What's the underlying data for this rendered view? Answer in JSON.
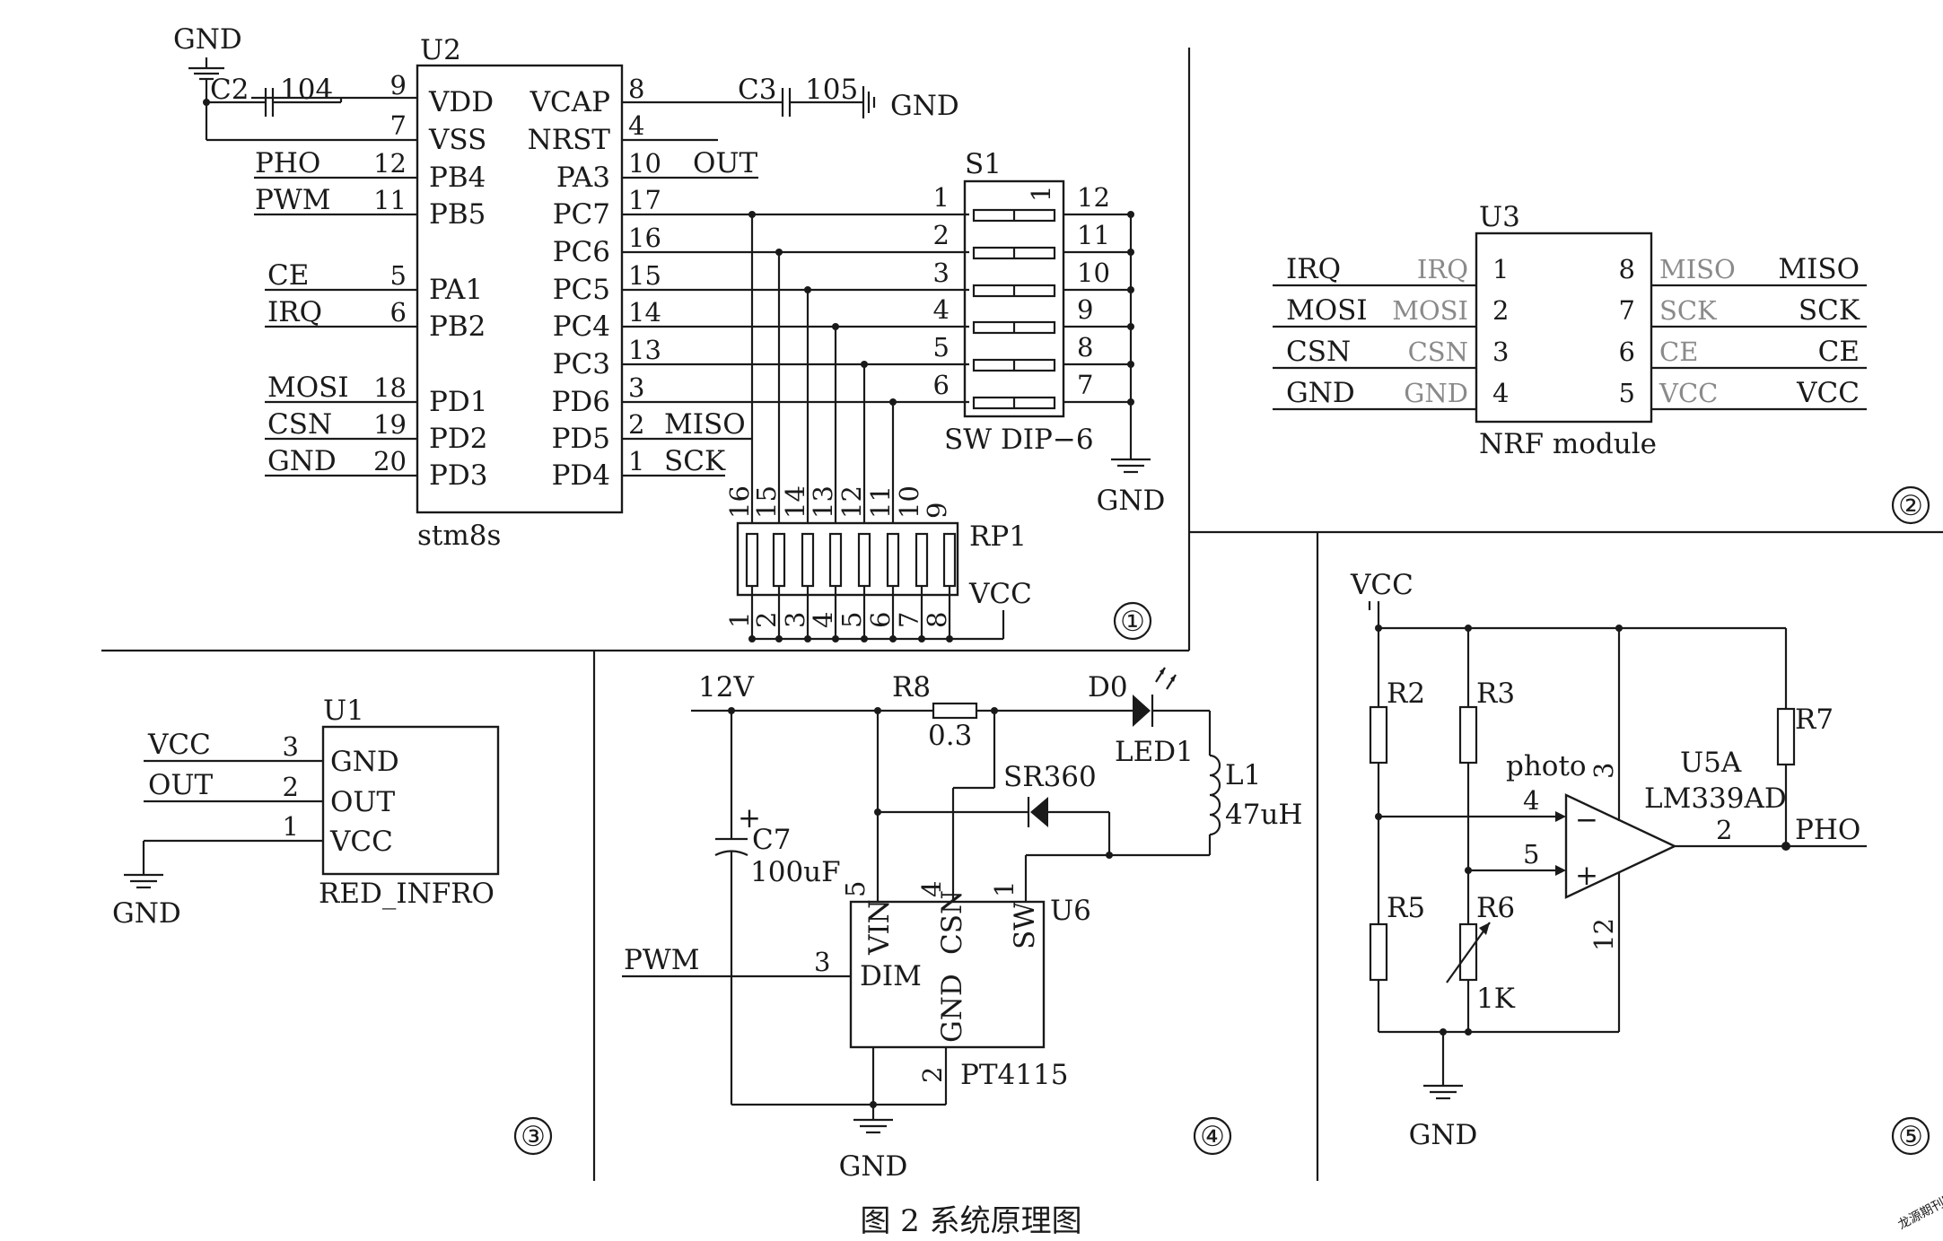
{
  "caption": "图 2   系统原理图",
  "watermark": "龙源期刊网",
  "panel_numbers": [
    "①",
    "②",
    "③",
    "④",
    "⑤"
  ],
  "mcu": {
    "ref": "U2",
    "part": "stm8s",
    "left_pins": [
      {
        "num": "9",
        "name": "VDD",
        "net": ""
      },
      {
        "num": "7",
        "name": "VSS",
        "net": ""
      },
      {
        "num": "12",
        "name": "PB4",
        "net": "PHO"
      },
      {
        "num": "11",
        "name": "PB5",
        "net": "PWM"
      },
      {
        "num": "5",
        "name": "PA1",
        "net": "CE"
      },
      {
        "num": "6",
        "name": "PB2",
        "net": "IRQ"
      },
      {
        "num": "18",
        "name": "PD1",
        "net": "MOSI"
      },
      {
        "num": "19",
        "name": "PD2",
        "net": "CSN"
      },
      {
        "num": "20",
        "name": "PD3",
        "net": "GND"
      }
    ],
    "right_pins": [
      {
        "num": "8",
        "name": "VCAP",
        "net": ""
      },
      {
        "num": "4",
        "name": "NRST",
        "net": ""
      },
      {
        "num": "10",
        "name": "PA3",
        "net": "OUT"
      },
      {
        "num": "17",
        "name": "PC7",
        "net": ""
      },
      {
        "num": "16",
        "name": "PC6",
        "net": ""
      },
      {
        "num": "15",
        "name": "PC5",
        "net": ""
      },
      {
        "num": "14",
        "name": "PC4",
        "net": ""
      },
      {
        "num": "13",
        "name": "PC3",
        "net": ""
      },
      {
        "num": "3",
        "name": "PD6",
        "net": ""
      },
      {
        "num": "2",
        "name": "PD5",
        "net": "MISO"
      },
      {
        "num": "1",
        "name": "PD4",
        "net": "SCK"
      }
    ],
    "gnd": "GND",
    "c2": {
      "ref": "C2",
      "value": "104"
    },
    "c3": {
      "ref": "C3",
      "value": "105"
    },
    "c3_gnd": "GND"
  },
  "dip": {
    "ref": "S1",
    "part": "SW  DIP−6",
    "inner": "1",
    "left_pins": [
      "1",
      "2",
      "3",
      "4",
      "5",
      "6"
    ],
    "right_pins": [
      "12",
      "11",
      "10",
      "9",
      "8",
      "7"
    ],
    "gnd": "GND"
  },
  "rpack": {
    "ref": "RP1",
    "vcc": "VCC",
    "top_pins": [
      "16",
      "15",
      "14",
      "13",
      "12",
      "11",
      "10",
      "9"
    ],
    "bottom_pins": [
      "1",
      "2",
      "3",
      "4",
      "5",
      "6",
      "7",
      "8"
    ]
  },
  "nrf": {
    "ref": "U3",
    "part": "NRF  module",
    "left_pins": [
      {
        "num": "1",
        "name": "IRQ",
        "net": "IRQ"
      },
      {
        "num": "2",
        "name": "MOSI",
        "net": "MOSI"
      },
      {
        "num": "3",
        "name": "CSN",
        "net": "CSN"
      },
      {
        "num": "4",
        "name": "GND",
        "net": "GND"
      }
    ],
    "right_pins": [
      {
        "num": "8",
        "name": "MISO",
        "net": "MISO"
      },
      {
        "num": "7",
        "name": "SCK",
        "net": "SCK"
      },
      {
        "num": "6",
        "name": "CE",
        "net": "CE"
      },
      {
        "num": "5",
        "name": "VCC",
        "net": "VCC"
      }
    ]
  },
  "ir": {
    "ref": "U1",
    "part": "RED_INFRO",
    "pins": [
      {
        "num": "3",
        "name": "GND",
        "net": "VCC"
      },
      {
        "num": "2",
        "name": "OUT",
        "net": "OUT"
      },
      {
        "num": "1",
        "name": "VCC",
        "net": ""
      }
    ],
    "gnd": "GND"
  },
  "driver": {
    "supply": "12V",
    "r8": {
      "ref": "R8",
      "value": "0.3"
    },
    "led": {
      "ref": "D0",
      "name": "LED1"
    },
    "l1": {
      "ref": "L1",
      "value": "47uH"
    },
    "diode": "SR360",
    "c7": {
      "ref": "C7",
      "value": "100uF",
      "plus": "+"
    },
    "ic": {
      "ref": "U6",
      "part": "PT4115",
      "pins": [
        {
          "num": "5",
          "name": "VIN"
        },
        {
          "num": "4",
          "name": "CSN"
        },
        {
          "num": "1",
          "name": "SW"
        },
        {
          "num": "3",
          "name": "DIM"
        },
        {
          "num": "2",
          "name": "GND"
        }
      ]
    },
    "pwm": "PWM",
    "gnd": "GND"
  },
  "photo": {
    "vcc": "VCC",
    "r2": "R2",
    "r3": "R3",
    "r5": "R5",
    "r6": {
      "ref": "R6",
      "value": "1K"
    },
    "r7": "R7",
    "label": "photo",
    "comp": {
      "ref": "U5A",
      "part": "LM339AD",
      "pin_vp": "3",
      "pin_in_neg": "4",
      "pin_in_pos": "5",
      "pin_out": "2",
      "pin_gnd": "12",
      "minus": "−",
      "plus": "+"
    },
    "out": "PHO",
    "gnd": "GND"
  }
}
